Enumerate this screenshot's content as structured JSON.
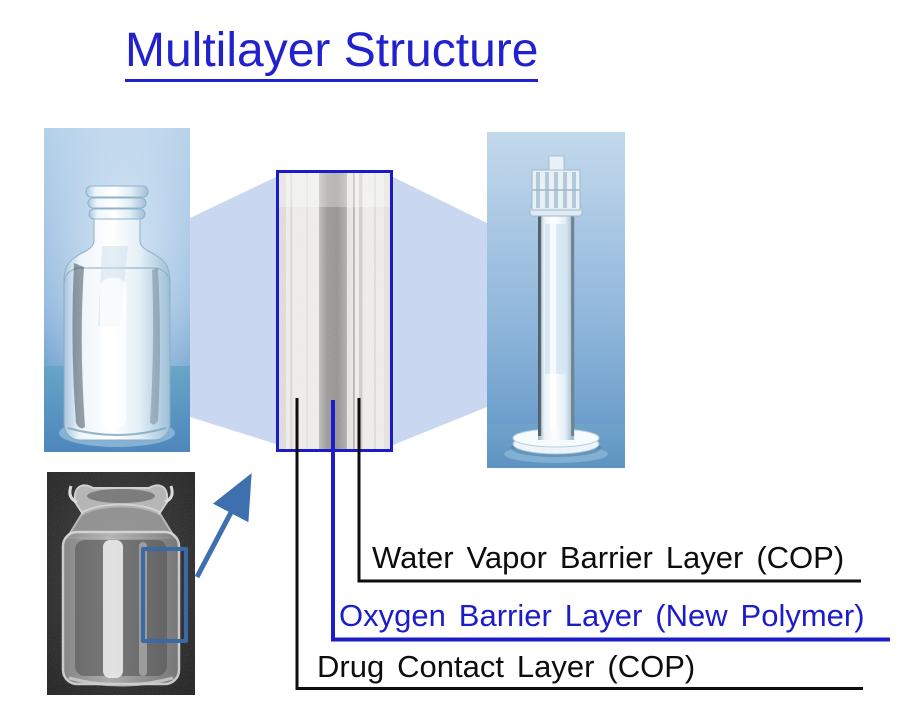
{
  "title": {
    "text": "Multilayer Structure",
    "color": "#2121cd"
  },
  "callouts": {
    "water_vapor": "Water Vapor Barrier Layer (COP)",
    "oxygen": "Oxygen Barrier Layer (New Polymer)",
    "drug_contact": "Drug Contact Layer (COP)"
  },
  "figures": {
    "vial_photo": "clear-glass-vial-on-blue-background",
    "cross_section_micrograph": "multilayer-wall-cross-section-zoom",
    "syringe_photo": "glass-syringe-barrel-on-blue-background",
    "cut_vial_photo": "grayscale-cut-open-vial-with-marked-region"
  },
  "colors": {
    "title_blue": "#2121cd",
    "callout_blue": "#1c1cca",
    "callout_black": "#0d0d0d",
    "frame_blue": "#1b1bc8",
    "annotation_blue": "#3e6fae",
    "zoom_projection_fill": "#c9d7f0"
  }
}
